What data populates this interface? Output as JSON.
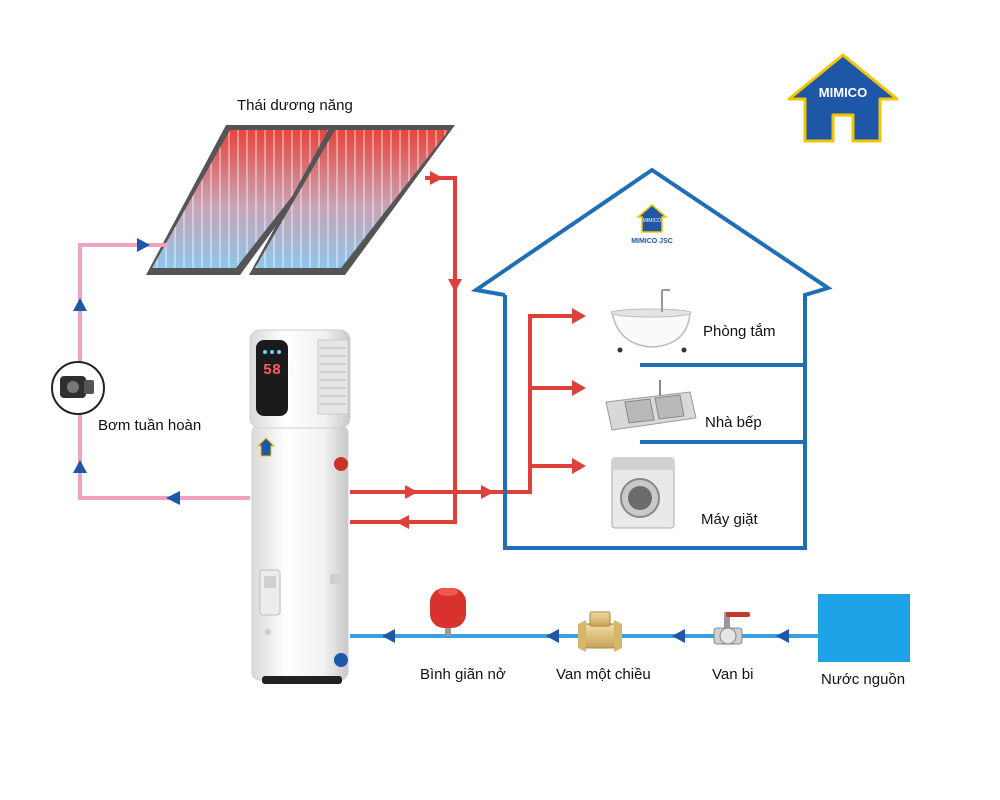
{
  "labels": {
    "solar": "Thái dương năng",
    "pump": "Bơm tuần hoàn",
    "bathroom": "Phòng tắm",
    "kitchen": "Nhà bếp",
    "washer": "Máy giặt",
    "expansion_tank": "Bình giãn nở",
    "check_valve": "Van một chiều",
    "ball_valve": "Van bi",
    "water_source": "Nước nguồn"
  },
  "brand": {
    "logo_text": "MIMICO",
    "small_logo_text": "MIMICO JSC"
  },
  "display": {
    "readout": "58"
  },
  "colors": {
    "hot_line": "#e0403a",
    "return_line": "#f0a0c0",
    "cold_line": "#3aa0e0",
    "house_outline": "#1e6fb5",
    "logo_blue": "#1e56a8",
    "logo_yellow": "#f2c500",
    "source_water": "#1ea4e6"
  },
  "icons": {
    "pump": "circulation-pump-icon",
    "tank": "heat-pump-tank-icon",
    "bathtub": "bathtub-icon",
    "sink": "kitchen-sink-icon",
    "washer": "washing-machine-icon",
    "expansion": "expansion-tank-icon",
    "check_valve": "check-valve-icon",
    "ball_valve": "ball-valve-icon"
  }
}
